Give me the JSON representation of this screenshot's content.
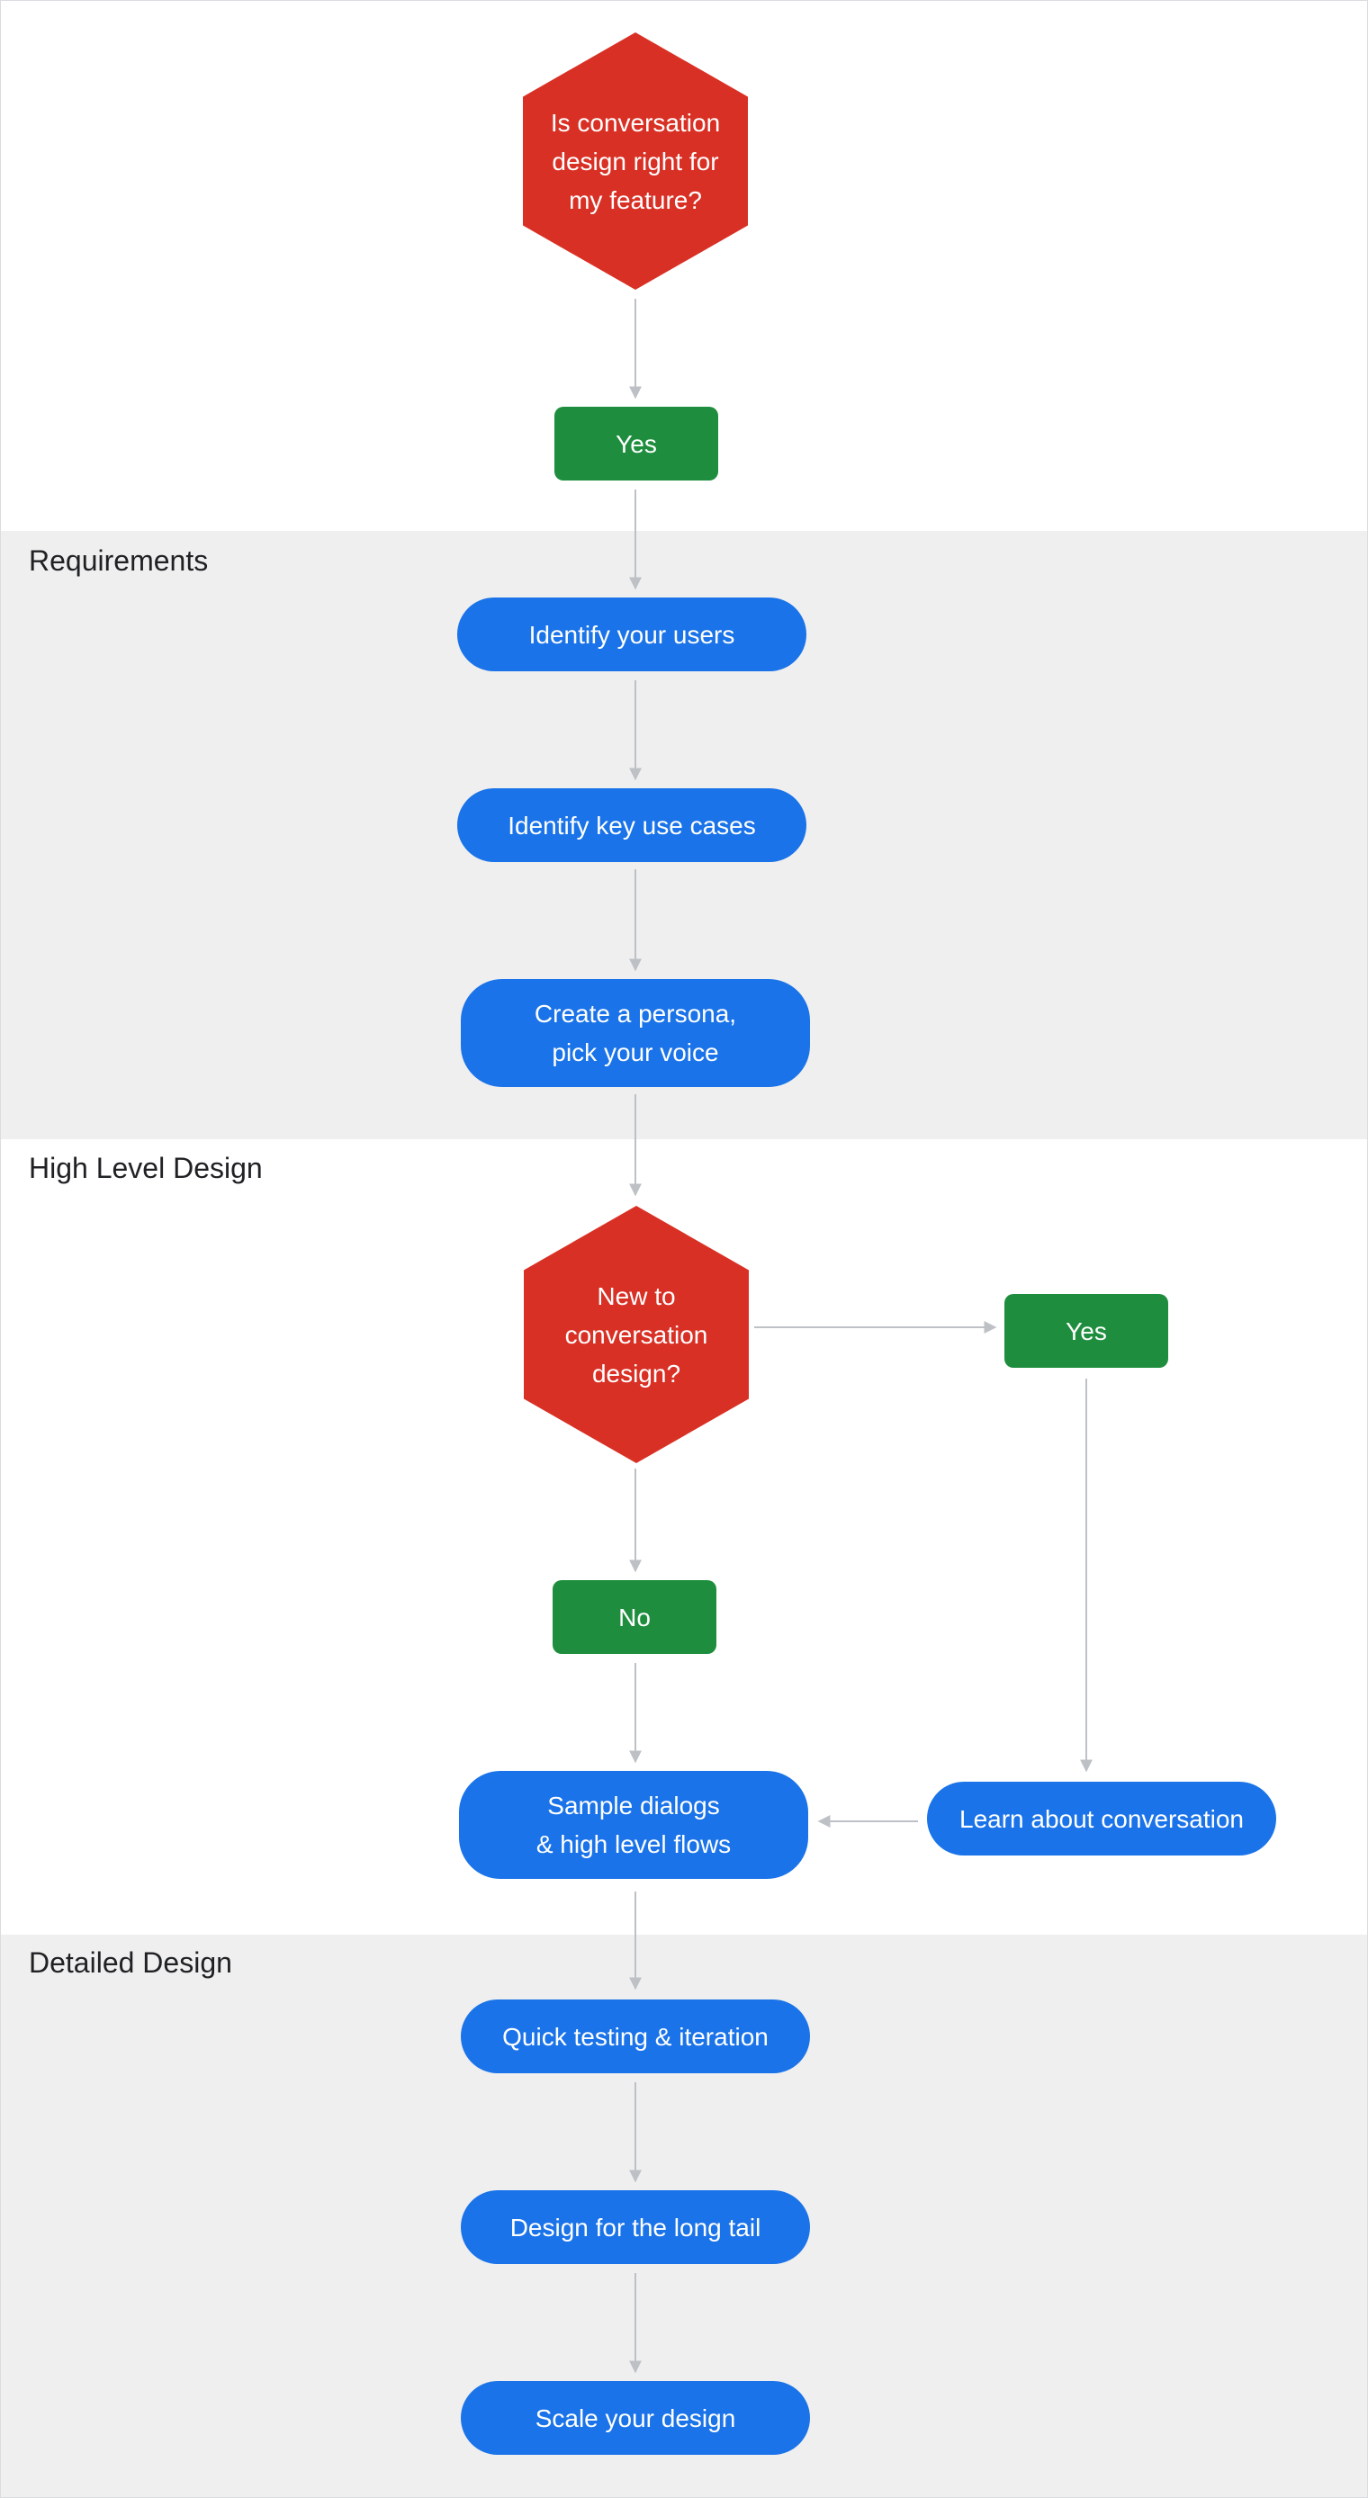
{
  "sections": {
    "requirements": "Requirements",
    "high_level": "High Level Design",
    "detailed": "Detailed Design"
  },
  "nodes": {
    "q1": "Is conversation\ndesign right for\nmy feature?",
    "yes1": "Yes",
    "identify_users": "Identify your users",
    "identify_cases": "Identify key use cases",
    "persona": "Create a persona,\npick your voice",
    "q2": "New to\nconversation\ndesign?",
    "yes2": "Yes",
    "no": "No",
    "sample": "Sample dialogs\n& high level flows",
    "learn": "Learn about conversation",
    "quick": "Quick testing & iteration",
    "long_tail": "Design for the long tail",
    "scale": "Scale your design"
  },
  "colors": {
    "decision": "#d93025",
    "answer": "#1e8e3e",
    "step": "#1a73e8",
    "band": "#efefef",
    "connector": "#bdc1c6"
  }
}
